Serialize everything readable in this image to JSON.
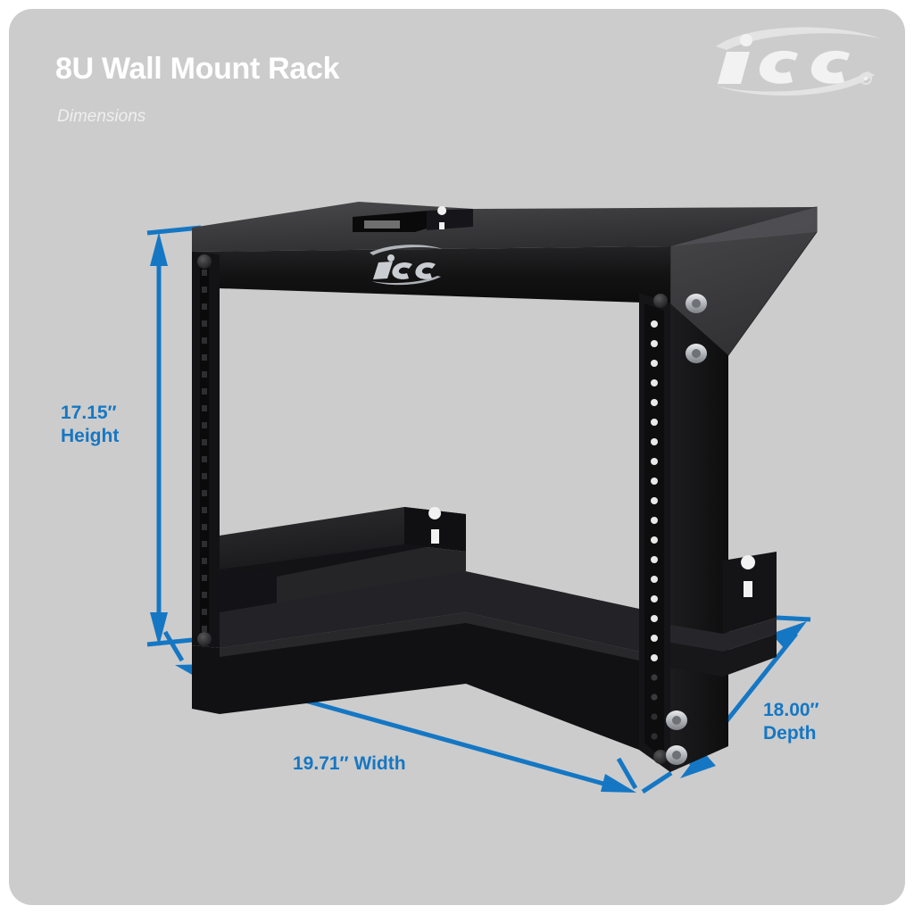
{
  "header": {
    "title": "8U Wall Mount Rack",
    "subtitle": "Dimensions",
    "brand": "ICC",
    "brand_icon": "icc-logo-icon"
  },
  "product": {
    "name": "8U Wall Mount Rack",
    "body_color": "#1a1a1a",
    "panel_color": "#3a3a3c",
    "rail_logo": "ICC",
    "hardware_color": "#b9bcc0"
  },
  "dimensions": {
    "height": {
      "value": "17.15″",
      "label": "Height",
      "icon": "vertical-dimension-arrow-icon"
    },
    "width": {
      "value": "19.71″ Width",
      "label": "Width",
      "icon": "horizontal-dimension-arrow-icon"
    },
    "depth": {
      "value": "18.00″",
      "label": "Depth",
      "icon": "diagonal-dimension-arrow-icon"
    }
  },
  "theme": {
    "background": "#cccccc",
    "accent_blue": "#1577c4",
    "title_color": "#ffffff",
    "page_border": "#ffffff"
  }
}
